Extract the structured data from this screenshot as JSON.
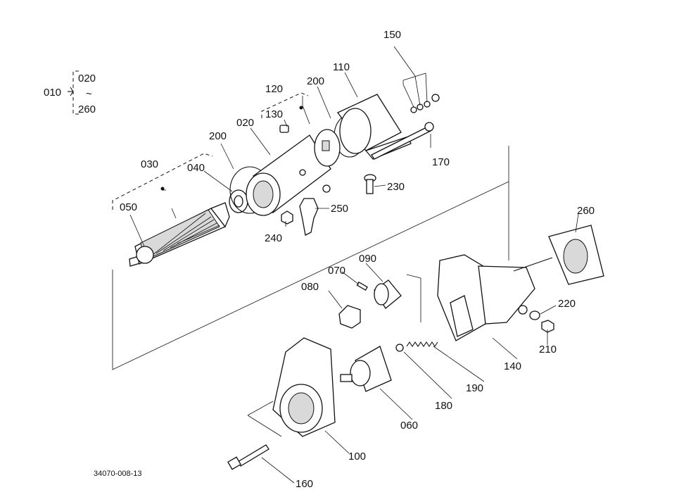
{
  "assembly": {
    "id": "010",
    "range_start": "020",
    "range_sep": "~",
    "range_end": "260"
  },
  "drawing_code": "34070-008-13",
  "callouts": [
    {
      "key": "c150",
      "text": "150"
    },
    {
      "key": "c110",
      "text": "110"
    },
    {
      "key": "c120",
      "text": "120"
    },
    {
      "key": "c200a",
      "text": "200"
    },
    {
      "key": "c130",
      "text": "130"
    },
    {
      "key": "c020",
      "text": "020"
    },
    {
      "key": "c200b",
      "text": "200"
    },
    {
      "key": "c170",
      "text": "170"
    },
    {
      "key": "c030",
      "text": "030"
    },
    {
      "key": "c040",
      "text": "040"
    },
    {
      "key": "c230",
      "text": "230"
    },
    {
      "key": "c050",
      "text": "050"
    },
    {
      "key": "c250",
      "text": "250"
    },
    {
      "key": "c240",
      "text": "240"
    },
    {
      "key": "c260",
      "text": "260"
    },
    {
      "key": "c090",
      "text": "090"
    },
    {
      "key": "c070",
      "text": "070"
    },
    {
      "key": "c080",
      "text": "080"
    },
    {
      "key": "c220",
      "text": "220"
    },
    {
      "key": "c210",
      "text": "210"
    },
    {
      "key": "c140",
      "text": "140"
    },
    {
      "key": "c190",
      "text": "190"
    },
    {
      "key": "c180",
      "text": "180"
    },
    {
      "key": "c060",
      "text": "060"
    },
    {
      "key": "c100",
      "text": "100"
    },
    {
      "key": "c160",
      "text": "160"
    }
  ]
}
